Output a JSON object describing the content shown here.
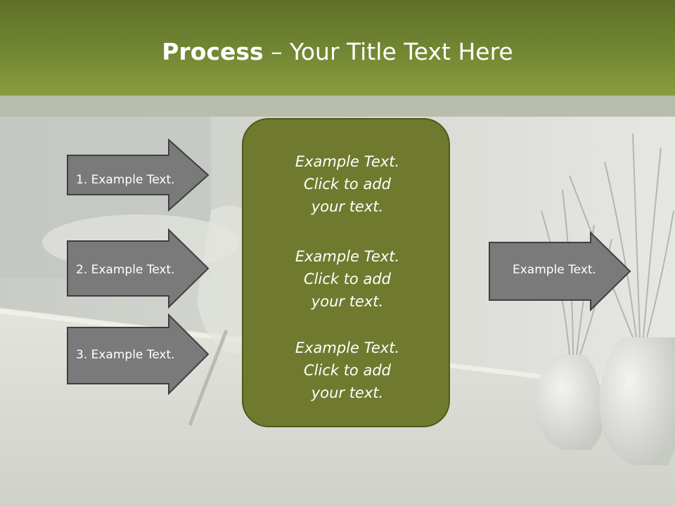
{
  "slide": {
    "title_bold": "Process",
    "title_rest": " – Your Title Text Here",
    "left_arrows": [
      {
        "label": "1. Example Text."
      },
      {
        "label": "2. Example Text."
      },
      {
        "label": "3. Example Text."
      }
    ],
    "center_blocks": [
      {
        "line1": "Example Text.",
        "line2": "Click  to add",
        "line3": "your text."
      },
      {
        "line1": "Example Text.",
        "line2": "Click  to add",
        "line3": "your text."
      },
      {
        "line1": "Example Text.",
        "line2": "Click  to add",
        "line3": "your text."
      }
    ],
    "right_arrow": {
      "label": "Example Text."
    }
  },
  "colors": {
    "header_green": "#738733",
    "center_box_fill": "#6f7a2e",
    "arrow_fill": "#7a7a7a",
    "text": "#ffffff"
  }
}
